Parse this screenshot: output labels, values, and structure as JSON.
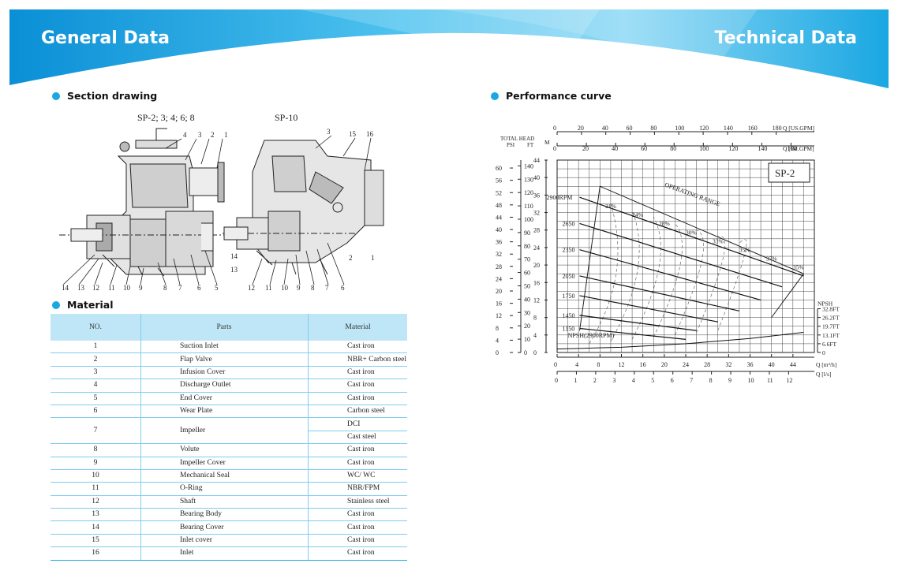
{
  "header": {
    "left_title": "General Data",
    "right_title": "Technical Data"
  },
  "section_drawing": {
    "heading": "Section drawing",
    "model_a": "SP-2; 3; 4; 6; 8",
    "model_b": "SP-10",
    "callouts_a": [
      "4",
      "3",
      "2",
      "1",
      "14",
      "13",
      "12",
      "11",
      "10",
      "9",
      "8",
      "7",
      "6",
      "5"
    ],
    "callouts_b": [
      "3",
      "15",
      "16",
      "14",
      "13",
      "12",
      "11",
      "10",
      "9",
      "8",
      "7",
      "6",
      "2",
      "1"
    ]
  },
  "material": {
    "heading": "Material",
    "columns": [
      "NO.",
      "Parts",
      "Material"
    ],
    "rows": [
      {
        "no": "1",
        "part": "Suction Inlet",
        "material": "Cast iron"
      },
      {
        "no": "2",
        "part": "Flap Valve",
        "material": "NBR+ Carbon steel"
      },
      {
        "no": "3",
        "part": "Infusion Cover",
        "material": "Cast iron"
      },
      {
        "no": "4",
        "part": "Discharge Outlet",
        "material": "Cast iron"
      },
      {
        "no": "5",
        "part": "End Cover",
        "material": "Cast iron"
      },
      {
        "no": "6",
        "part": "Wear Plate",
        "material": "Carbon steel"
      },
      {
        "no": "7",
        "part": "Impeller",
        "material": "DCI",
        "material2": "Cast steel"
      },
      {
        "no": "8",
        "part": "Volute",
        "material": "Cast iron"
      },
      {
        "no": "9",
        "part": "Impeller Cover",
        "material": "Cast iron"
      },
      {
        "no": "10",
        "part": "Mechanical Seal",
        "material": "WC/ WC"
      },
      {
        "no": "11",
        "part": "O-Ring",
        "material": "NBR/FPM"
      },
      {
        "no": "12",
        "part": "Shaft",
        "material": "Stainless steel"
      },
      {
        "no": "13",
        "part": "Bearing Body",
        "material": "Cast iron"
      },
      {
        "no": "14",
        "part": "Bearing Cover",
        "material": "Cast iron"
      },
      {
        "no": "15",
        "part": "Inlet cover",
        "material": "Cast iron"
      },
      {
        "no": "16",
        "part": "Inlet",
        "material": "Cast iron"
      }
    ]
  },
  "performance": {
    "heading": "Performance curve",
    "chart_data": {
      "type": "line",
      "title": "SP-2",
      "total_head_label": "TOTAL HEAD",
      "psi_label": "PSI",
      "ft_label": "FT",
      "m_label": "M",
      "top_axis_1_label": "Q [US.GPM]",
      "top_axis_1_ticks": [
        "0",
        "20",
        "40",
        "60",
        "80",
        "100",
        "120",
        "140",
        "160",
        "180"
      ],
      "top_axis_2_label": "Q [IM.GPM]",
      "top_axis_2_ticks": [
        "0",
        "20",
        "40",
        "60",
        "80",
        "100",
        "120",
        "140",
        "160"
      ],
      "bottom_axis_1_label": "Q [m³/h]",
      "bottom_axis_1_ticks": [
        "0",
        "4",
        "8",
        "12",
        "16",
        "20",
        "24",
        "28",
        "32",
        "36",
        "40",
        "44"
      ],
      "bottom_axis_2_label": "Q [l/s]",
      "bottom_axis_2_ticks": [
        "0",
        "1",
        "2",
        "3",
        "4",
        "5",
        "6",
        "7",
        "8",
        "9",
        "10",
        "11",
        "12"
      ],
      "m_ticks": [
        "0",
        "4",
        "8",
        "12",
        "16",
        "20",
        "24",
        "28",
        "32",
        "36",
        "40",
        "44"
      ],
      "ft_ticks": [
        "0",
        "10",
        "20",
        "30",
        "40",
        "50",
        "60",
        "70",
        "80",
        "90",
        "100",
        "110",
        "120",
        "130",
        "140"
      ],
      "psi_ticks": [
        "0",
        "4",
        "8",
        "12",
        "16",
        "20",
        "24",
        "28",
        "32",
        "36",
        "40",
        "44",
        "48",
        "52",
        "56",
        "60"
      ],
      "xlim_m3h": [
        0,
        48
      ],
      "ylim_m": [
        0,
        44
      ],
      "speed_series": [
        {
          "name": "2900RPM",
          "x": [
            4.2,
            46
          ],
          "y": [
            35.5,
            17.5
          ]
        },
        {
          "name": "2650",
          "x": [
            4.2,
            42
          ],
          "y": [
            29.5,
            15.0
          ]
        },
        {
          "name": "2350",
          "x": [
            4.2,
            38
          ],
          "y": [
            23.5,
            12.0
          ]
        },
        {
          "name": "2050",
          "x": [
            4.2,
            34
          ],
          "y": [
            17.5,
            9.5
          ]
        },
        {
          "name": "1750",
          "x": [
            4.2,
            30
          ],
          "y": [
            13.0,
            7.0
          ]
        },
        {
          "name": "1450",
          "x": [
            4.2,
            26
          ],
          "y": [
            8.5,
            5.0
          ]
        },
        {
          "name": "1150",
          "x": [
            4.2,
            24
          ],
          "y": [
            5.5,
            3.0
          ]
        }
      ],
      "operating_range_label": "OPERATING RANGE",
      "efficiency_labels": [
        "21%",
        "24%",
        "28%",
        "30%",
        "33%",
        "35%",
        "37%",
        "35%"
      ],
      "npsh_label": "NPSH(2900RPM)",
      "npsh_series": {
        "x": [
          0,
          12,
          24,
          36,
          46
        ],
        "y": [
          0.8,
          1.2,
          2.0,
          3.2,
          4.6
        ]
      },
      "npsh_axis_title": "NPSH",
      "npsh_axis_ticks": [
        "32.8FT",
        "26.2FT",
        "19.7FT",
        "13.1FT",
        "6.6FT",
        "0"
      ]
    }
  }
}
